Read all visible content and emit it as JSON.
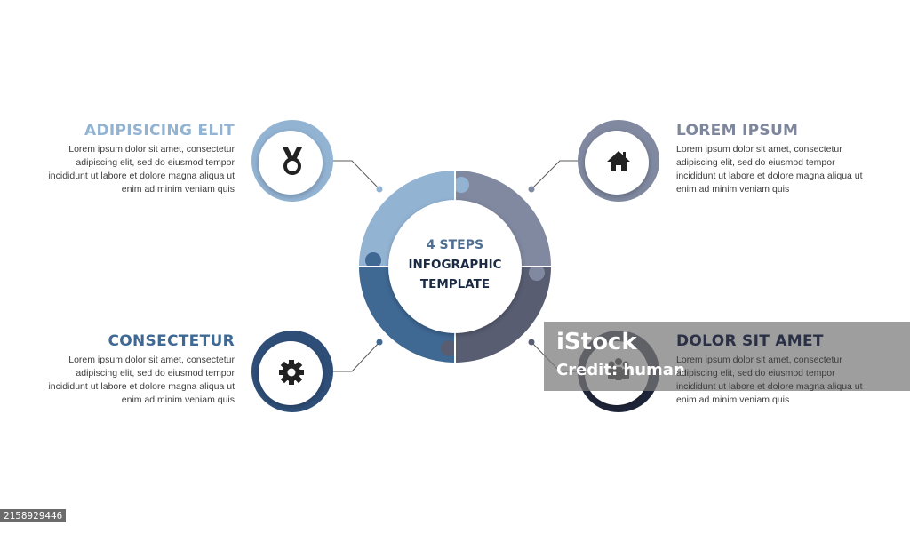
{
  "center": {
    "line1": "4 STEPS",
    "line2": "INFOGRAPHIC",
    "line3": "TEMPLATE"
  },
  "colors": {
    "step1": "#93b3d3",
    "step2": "#8089a0",
    "step3": "#3f6893",
    "step4": "#585d72",
    "step3_ring": "#2e4e78",
    "step4_ring": "#1f2539",
    "dark_text": "#1b2b44",
    "body_text": "#3d3d3d"
  },
  "steps": [
    {
      "title": "ADIPISICING ELIT",
      "icon": "medal-icon",
      "lines": [
        "Lorem ipsum dolor sit amet, consectetur",
        "adipiscing elit, sed do eiusmod tempor",
        "incididunt ut labore et dolore magna aliqua ut",
        "enim ad minim veniam quis"
      ]
    },
    {
      "title": "LOREM IPSUM",
      "icon": "home-icon",
      "lines": [
        "Lorem ipsum dolor sit amet, consectetur",
        "adipiscing elit, sed do eiusmod tempor",
        "incididunt ut labore et dolore magna aliqua ut",
        "enim ad minim veniam quis"
      ]
    },
    {
      "title": "CONSECTETUR",
      "icon": "gear-icon",
      "lines": [
        "Lorem ipsum dolor sit amet, consectetur",
        "adipiscing elit, sed do eiusmod tempor",
        "incididunt ut labore et dolore magna aliqua ut",
        "enim ad minim veniam quis"
      ]
    },
    {
      "title": "DOLOR SIT AMET",
      "icon": "people-icon",
      "lines": [
        "Lorem ipsum dolor sit amet, consectetur",
        "adipiscing elit, sed do eiusmod tempor",
        "incididunt ut labore et dolore magna aliqua ut",
        "enim ad minim veniam quis"
      ]
    }
  ],
  "watermark": {
    "brand": "iStock",
    "credit": "Credit: human"
  },
  "stock_id": "2158929446"
}
